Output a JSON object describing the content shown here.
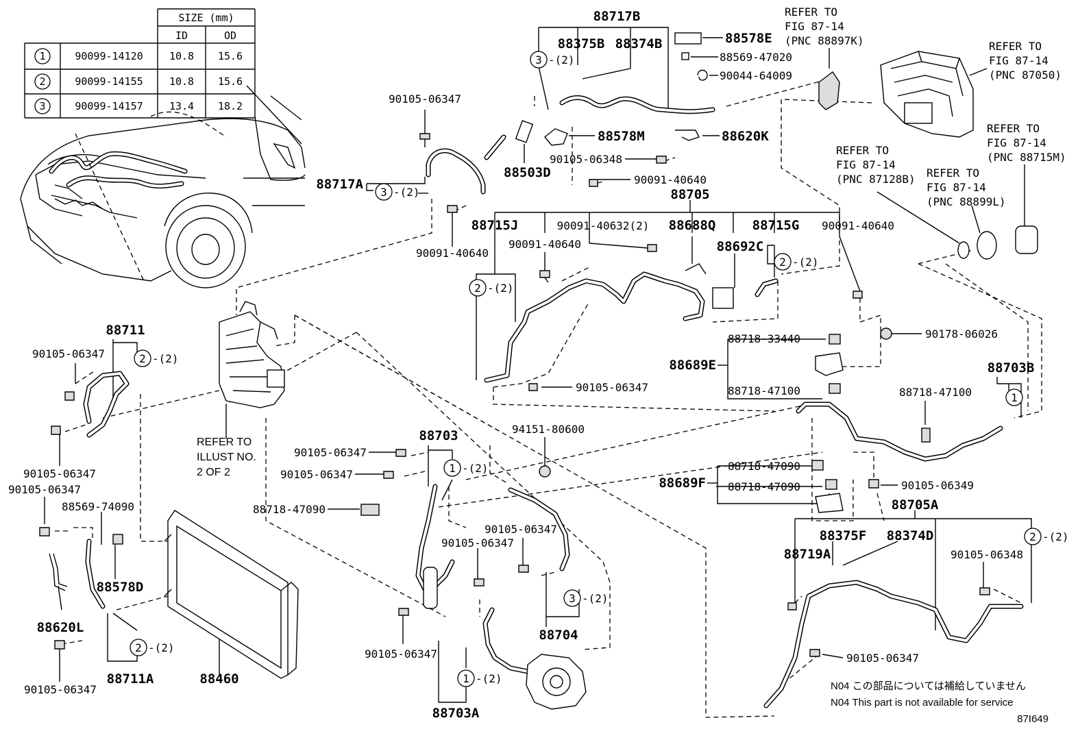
{
  "table": {
    "header_size": "SIZE (mm)",
    "header_id": "ID",
    "header_od": "OD",
    "rows": [
      {
        "ref": "1",
        "part": "90099-14120",
        "id": "10.8",
        "od": "15.6"
      },
      {
        "ref": "2",
        "part": "90099-14155",
        "id": "10.8",
        "od": "15.6"
      },
      {
        "ref": "3",
        "part": "90099-14157",
        "id": "13.4",
        "od": "18.2"
      }
    ]
  },
  "labels": {
    "p88717B": "88717B",
    "p88375B": "88375B",
    "p88374B": "88374B",
    "p88578E": "88578E",
    "p88569_47020": "88569-47020",
    "p90044_64009": "90044-64009",
    "p88578M": "88578M",
    "p88620K": "88620K",
    "p90105_06348a": "90105-06348",
    "p90091_40640a": "90091-40640",
    "p88503D": "88503D",
    "p90105_06347a": "90105-06347",
    "p88717A": "88717A",
    "p90091_40640b": "90091-40640",
    "p88705": "88705",
    "p88715J": "88715J",
    "p90091_40632": "90091-40632(2)",
    "p88688Q": "88688Q",
    "p88715G": "88715G",
    "p90091_40640c": "90091-40640",
    "p90091_40640d": "90091-40640",
    "p88692C": "88692C",
    "p88711": "88711",
    "p90105_06347b": "90105-06347",
    "p90105_06347c": "90105-06347",
    "p90105_06347d": "90105-06347",
    "p88569_74090": "88569-74090",
    "p88578D": "88578D",
    "p88620L": "88620L",
    "p90105_06347e": "90105-06347",
    "p88711A": "88711A",
    "p88460": "88460",
    "p88718_33440": "88718-33440",
    "p88689E": "88689E",
    "p88718_47100a": "88718-47100",
    "p90178_06026": "90178-06026",
    "p88703B": "88703B",
    "p88718_47100b": "88718-47100",
    "p90105_06347f": "90105-06347",
    "p94151_80600": "94151-80600",
    "p88703": "88703",
    "p90105_06347g": "90105-06347",
    "p90105_06347h": "90105-06347",
    "p88718_47090a": "88718-47090",
    "p90105_06347i": "90105-06347",
    "p90105_06347j": "90105-06347",
    "p88704": "88704",
    "p90105_06347k": "90105-06347",
    "p88703A": "88703A",
    "p88718_47090b": "88718-47090",
    "p88689F": "88689F",
    "p88718_47090c": "88718-47090",
    "p90105_06349": "90105-06349",
    "p88705A": "88705A",
    "p88719A": "88719A",
    "p88375F": "88375F",
    "p88374D": "88374D",
    "p90105_06348b": "90105-06348",
    "p90105_06347l": "90105-06347"
  },
  "circle_labels": {
    "c3": "3",
    "c2": "2",
    "c1": "1",
    "qty2": "-(2)"
  },
  "refer": {
    "r1": [
      "REFER TO",
      "FIG 87-14",
      "(PNC 88897K)"
    ],
    "r2": [
      "REFER TO",
      "FIG 87-14",
      "(PNC 87050)"
    ],
    "r3": [
      "REFER TO",
      "FIG 87-14",
      "(PNC 88715M)"
    ],
    "r4": [
      "REFER TO",
      "FIG 87-14",
      "(PNC 87128B)"
    ],
    "r5": [
      "REFER TO",
      "FIG 87-14",
      "(PNC 88899L)"
    ]
  },
  "illust_ref": [
    "REFER TO",
    "ILLUST NO.",
    "2 OF 2"
  ],
  "notes": {
    "jp": "N04 この部品については補給していません",
    "en": "N04 This part is not available for service",
    "fig_id": "87I649"
  }
}
